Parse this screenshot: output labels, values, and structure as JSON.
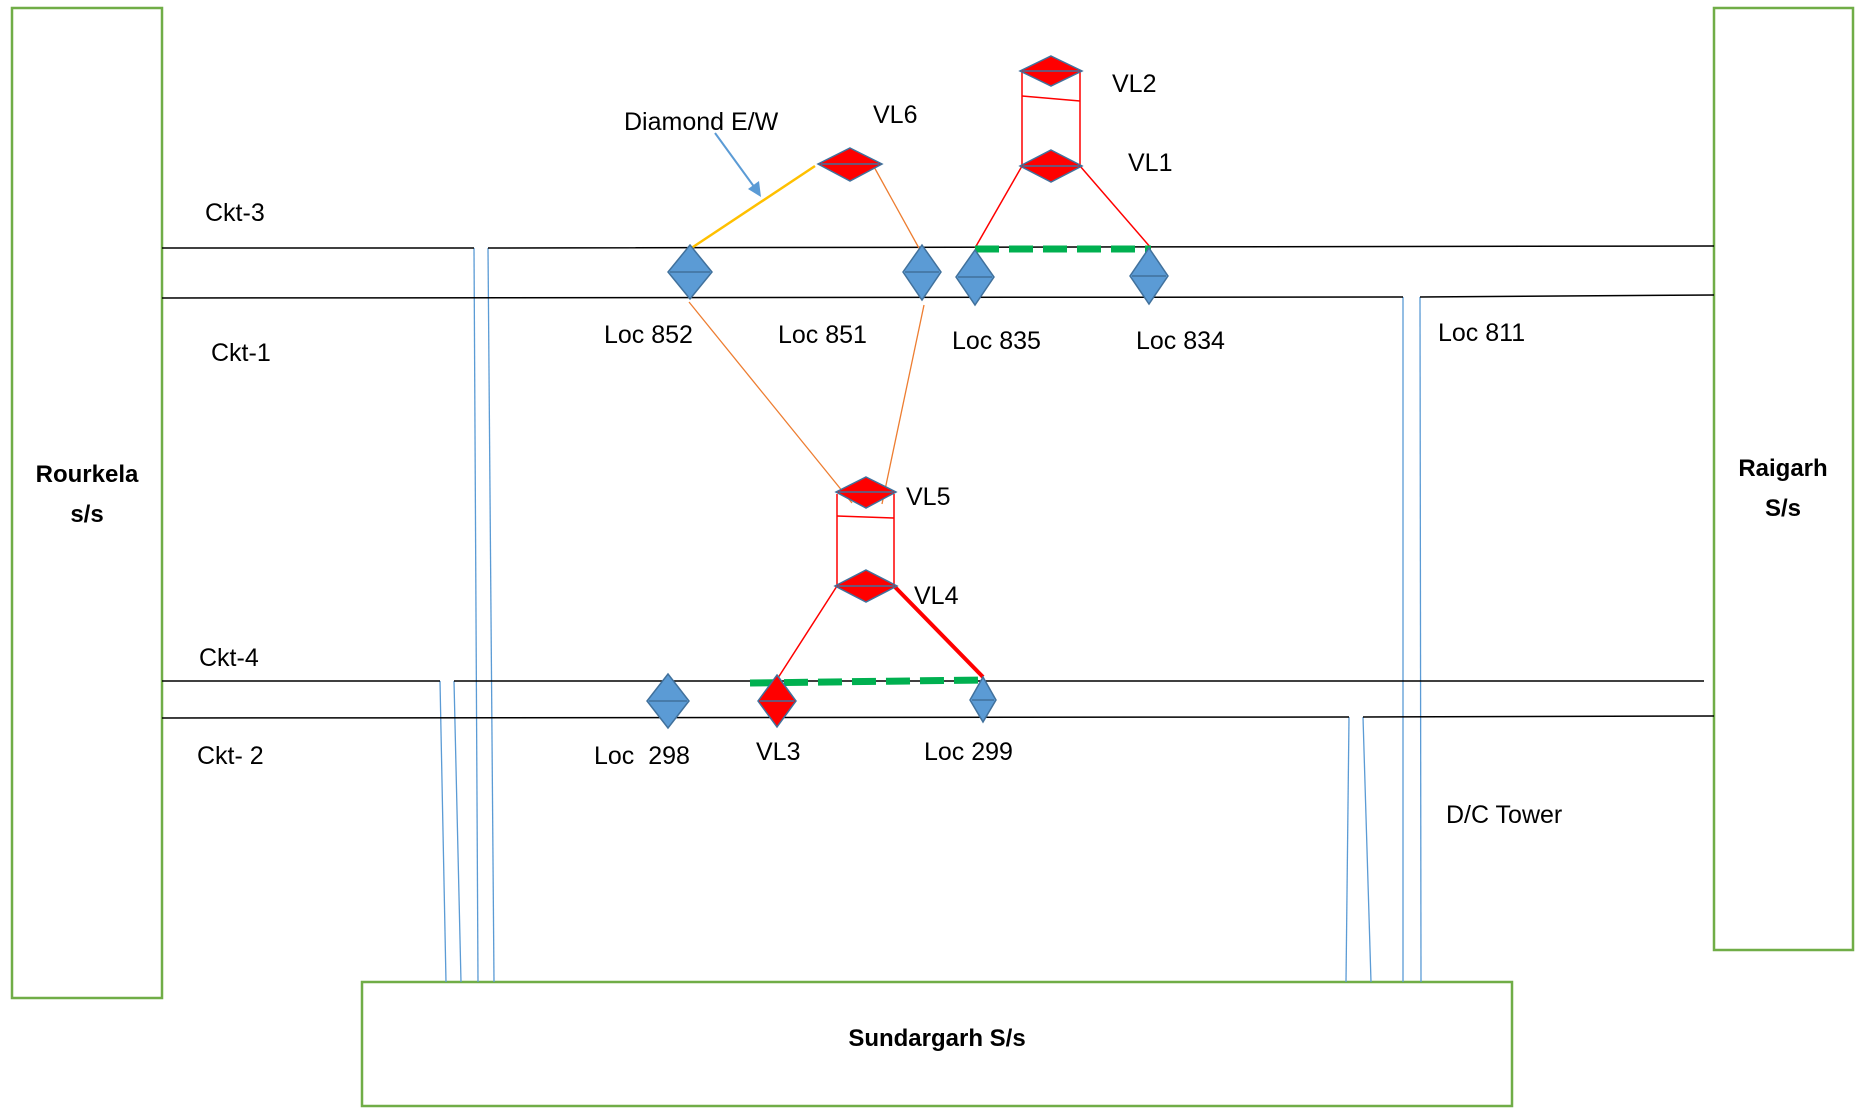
{
  "colors": {
    "substation_border": "#70ad47",
    "circuit_line": "#000000",
    "tower_fill": "#5b9bd5",
    "tower_stroke": "#41719c",
    "vl_fill": "#ff0000",
    "vl_stroke": "#41719c",
    "red_line": "#ff0000",
    "orange_line": "#ed7d31",
    "earthwire_line": "#ffc000",
    "bypass_dashed": "#00b050",
    "dc_tower_line": "#5b9bd5",
    "callout_arrow": "#5b9bd5"
  },
  "substations": {
    "rourkela": {
      "line1": "Rourkela",
      "line2": "s/s"
    },
    "raigarh": {
      "line1": "Raigarh",
      "line2": "S/s"
    },
    "sundargarh": {
      "label": "Sundargarh S/s"
    }
  },
  "circuits": {
    "ckt3": "Ckt-3",
    "ckt1": "Ckt-1",
    "ckt4": "Ckt-4",
    "ckt2": "Ckt- 2"
  },
  "towers": {
    "loc852": "Loc 852",
    "loc851": "Loc 851",
    "loc835": "Loc 835",
    "loc834": "Loc 834",
    "loc811": "Loc 811",
    "loc298": "Loc  298",
    "loc299": "Loc 299"
  },
  "vls": {
    "vl1": "VL1",
    "vl2": "VL2",
    "vl3": "VL3",
    "vl4": "VL4",
    "vl5": "VL5",
    "vl6": "VL6"
  },
  "annotations": {
    "diamond_ew": "Diamond E/W",
    "dc_tower": "D/C Tower"
  }
}
